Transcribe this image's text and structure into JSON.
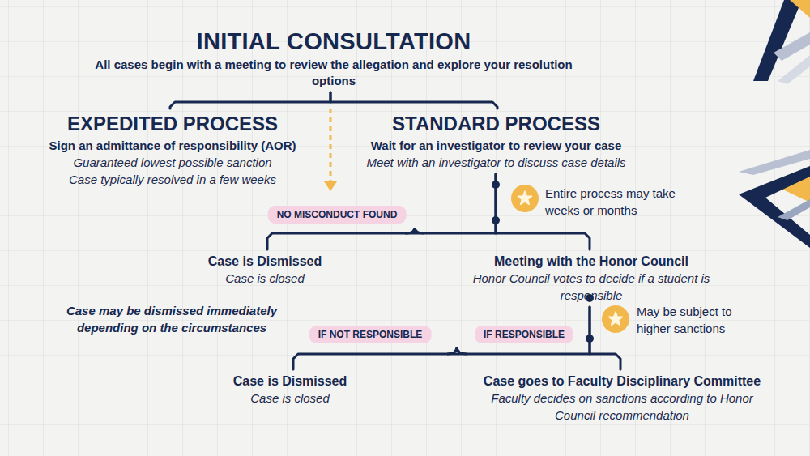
{
  "diagram": {
    "nodes": [
      {
        "text": [
          "INITIAL CONSULTATION",
          "All cases begin with a meeting to review the allegation and explore your resolution options"
        ]
      },
      {
        "text": [
          "EXPEDITED PROCESS",
          "Sign an admittance of responsibility (AOR)",
          "Guaranteed lowest possible sanction",
          "Case typically resolved in a few weeks"
        ]
      },
      {
        "text": [
          "STANDARD PROCESS",
          "Wait for an investigator to review your case",
          "Meet with an investigator to discuss case details"
        ]
      },
      {
        "text": [
          "Case is Dismissed",
          "Case is closed"
        ]
      },
      {
        "text": [
          "Meeting with the Honor Council",
          "Honor Council votes to decide if a student is responsible"
        ]
      },
      {
        "text": [
          "Case is Dismissed",
          "Case is closed"
        ]
      },
      {
        "text": [
          "Case goes to Faculty Disciplinary Committee",
          "Faculty decides on sanctions according to Honor Council recommendation"
        ]
      }
    ],
    "edges": [
      {
        "from": 0,
        "to": 1,
        "arrow": "none"
      },
      {
        "from": 0,
        "to": 2,
        "arrow": "none"
      },
      {
        "from": 2,
        "to": 3,
        "label": "NO MISCONDUCT FOUND",
        "arrow": "none"
      },
      {
        "from": 2,
        "to": 4,
        "arrow": "none"
      },
      {
        "from": 4,
        "to": 5,
        "label": "IF NOT RESPONSIBLE",
        "arrow": "none"
      },
      {
        "from": 4,
        "to": 6,
        "label": "IF RESPONSIBLE",
        "arrow": "none"
      }
    ],
    "labels": [
      "Entire process may take weeks or months",
      "Case may be dismissed immediately depending on the circumstances",
      "May be subject to higher sanctions"
    ]
  }
}
